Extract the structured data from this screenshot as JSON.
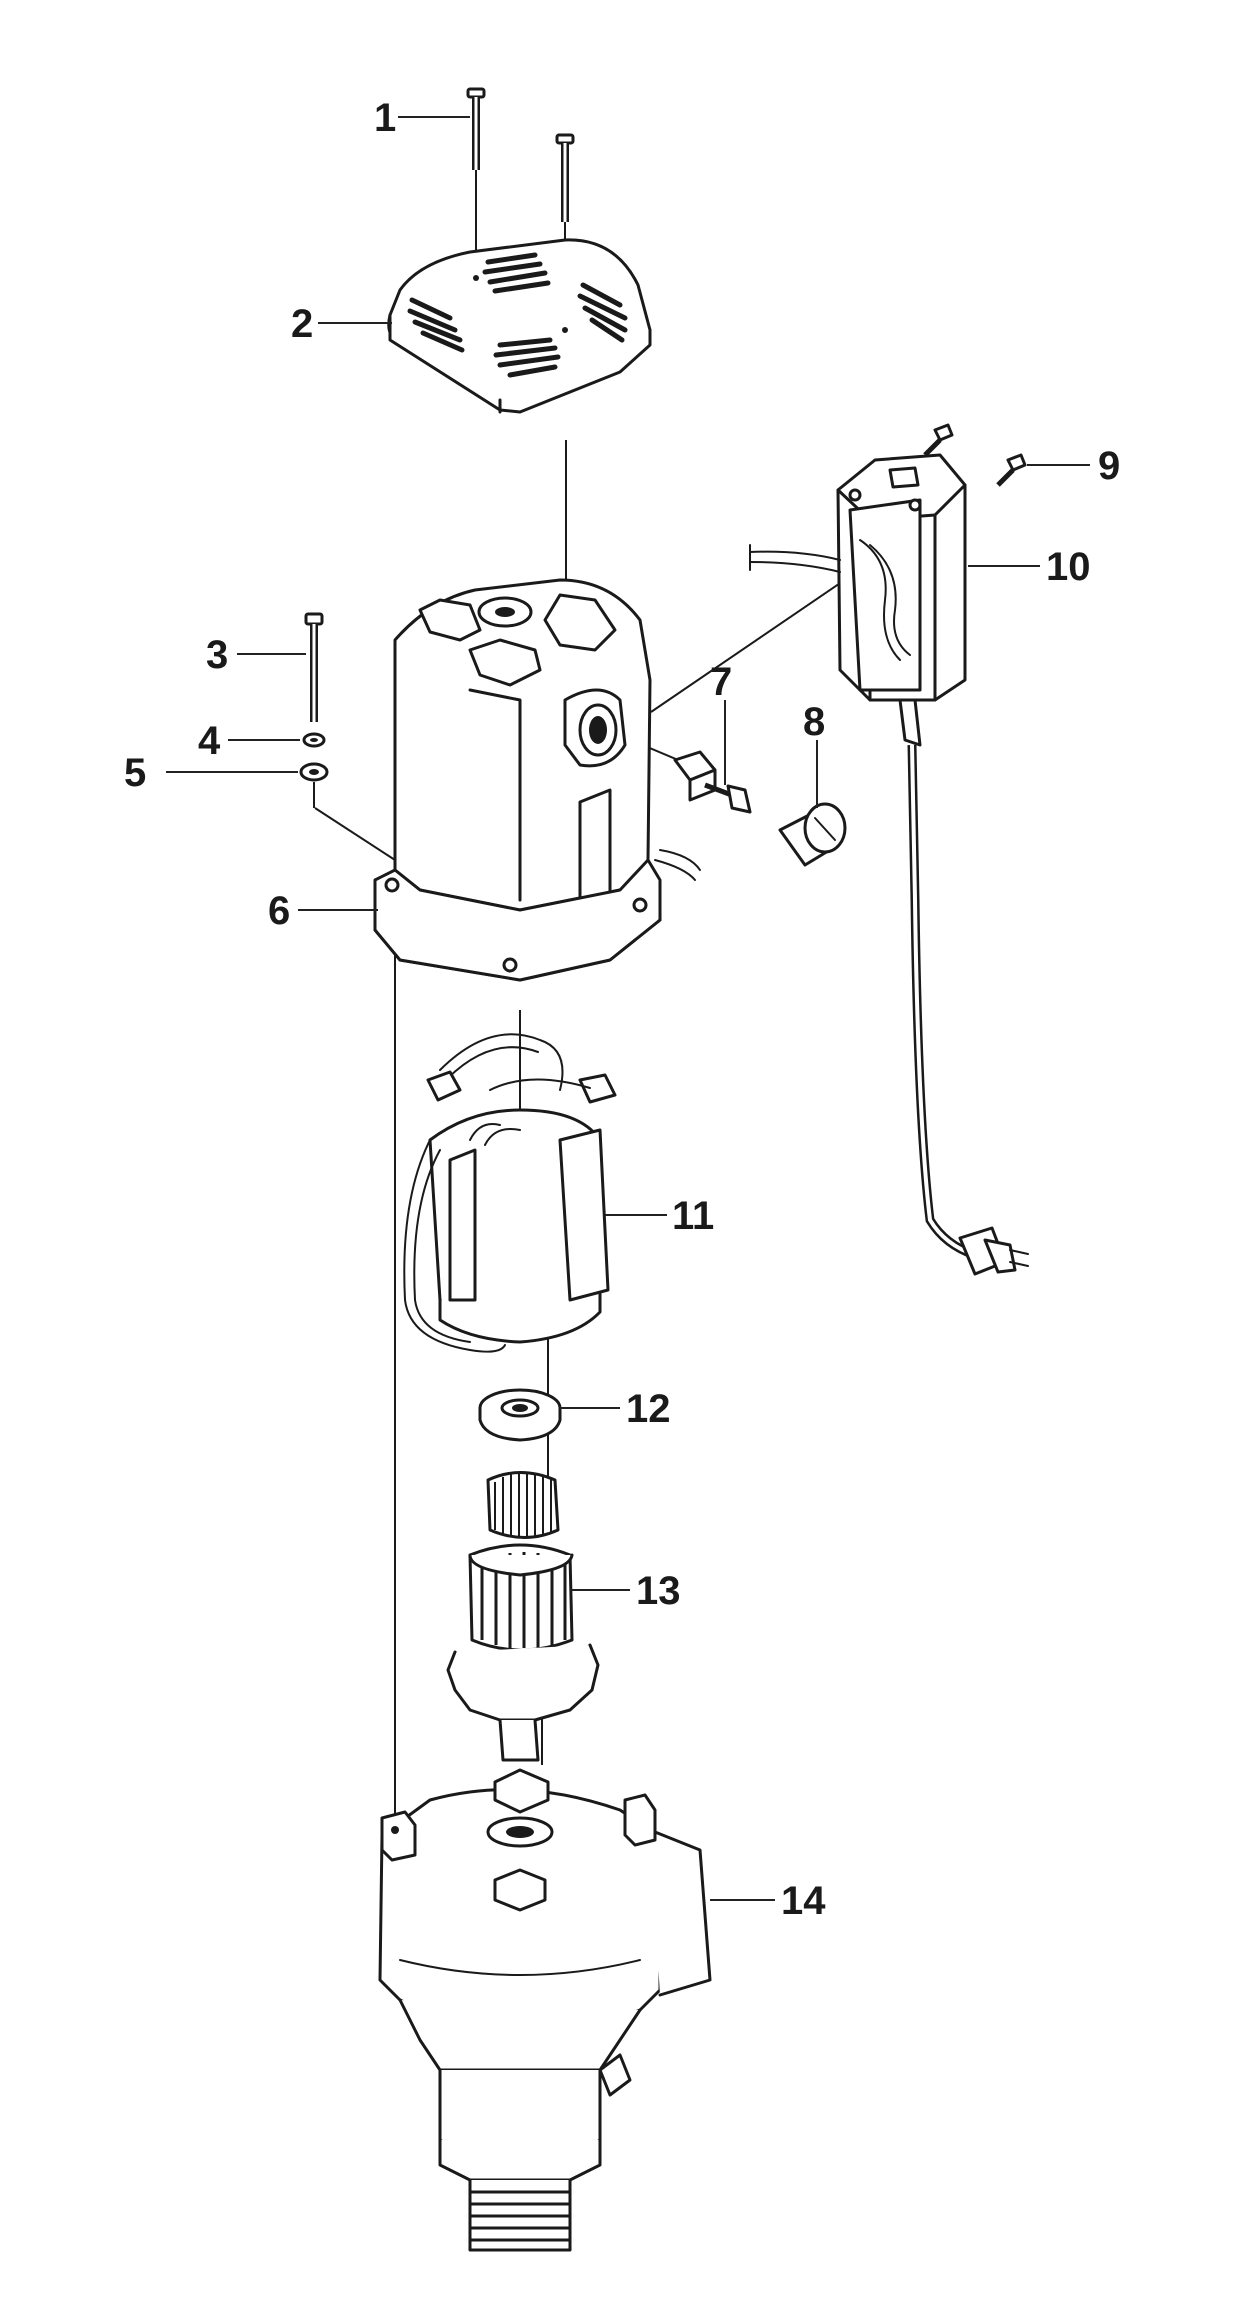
{
  "diagram": {
    "type": "exploded-parts-view",
    "callouts": [
      {
        "id": "1",
        "label": "1"
      },
      {
        "id": "2",
        "label": "2"
      },
      {
        "id": "3",
        "label": "3"
      },
      {
        "id": "4",
        "label": "4"
      },
      {
        "id": "5",
        "label": "5"
      },
      {
        "id": "6",
        "label": "6"
      },
      {
        "id": "7",
        "label": "7"
      },
      {
        "id": "8",
        "label": "8"
      },
      {
        "id": "9",
        "label": "9"
      },
      {
        "id": "10",
        "label": "10"
      },
      {
        "id": "11",
        "label": "11"
      },
      {
        "id": "12",
        "label": "12"
      },
      {
        "id": "13",
        "label": "13"
      },
      {
        "id": "14",
        "label": "14"
      }
    ],
    "parts": [
      {
        "id": "screw-long",
        "icon": "long-screw-icon"
      },
      {
        "id": "top-cover",
        "icon": "vented-cover-icon"
      },
      {
        "id": "bolt",
        "icon": "bolt-icon"
      },
      {
        "id": "lock-washer",
        "icon": "washer-icon"
      },
      {
        "id": "flat-washer",
        "icon": "washer-icon"
      },
      {
        "id": "motor-housing",
        "icon": "housing-icon"
      },
      {
        "id": "carbon-brush",
        "icon": "brush-icon"
      },
      {
        "id": "brush-cap",
        "icon": "cap-icon"
      },
      {
        "id": "switch-screws",
        "icon": "screw-icon"
      },
      {
        "id": "switch-box",
        "icon": "switch-box-icon"
      },
      {
        "id": "field-coil",
        "icon": "stator-icon"
      },
      {
        "id": "bearing",
        "icon": "bearing-icon"
      },
      {
        "id": "armature",
        "icon": "armature-icon"
      },
      {
        "id": "gear-case",
        "icon": "gear-case-icon"
      }
    ]
  }
}
